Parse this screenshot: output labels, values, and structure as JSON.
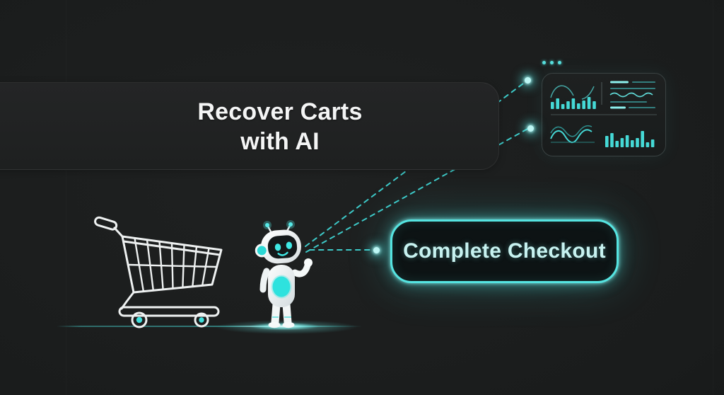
{
  "scene": {
    "heading": {
      "line1": "Recover Carts",
      "line2": "with AI"
    },
    "cta_button": {
      "label": "Complete Checkout"
    },
    "analytics_panel": {
      "menu_icon": "ellipsis"
    },
    "illustrations": [
      "shopping-cart",
      "ai-robot",
      "analytics-dashboard"
    ],
    "colors": {
      "background": "#1a1c1c",
      "accent": "#45d9d6",
      "accent_bright": "#8df1ee",
      "accent_dim": "#3b9e9d",
      "panel_fill": "#212223",
      "text_primary": "#f4f5f5",
      "button_border": "#55e4e1",
      "button_text": "#c7f2f0",
      "cart_outline": "#eef1f1"
    }
  },
  "chart_data": [
    {
      "type": "bar",
      "title": "mini-bars-top-left",
      "values": [
        10,
        15,
        7,
        11,
        15,
        8,
        12,
        17,
        11
      ]
    },
    {
      "type": "table",
      "title": "mini-report-lines-top-right",
      "rows": [
        {
          "y": 12,
          "segments": [
            {
              "x": 96,
              "w": 26,
              "h": 3,
              "bright": true
            },
            {
              "x": 127,
              "w": 33,
              "h": 1.6,
              "bright": false
            }
          ]
        },
        {
          "y": 21,
          "segments": [
            {
              "x": 96,
              "w": 64,
              "h": 1.6,
              "bright": false
            }
          ]
        },
        {
          "y": 40,
          "segments": [
            {
              "x": 96,
              "w": 52,
              "h": 1.6,
              "bright": false
            }
          ]
        },
        {
          "y": 48,
          "segments": [
            {
              "x": 96,
              "w": 22,
              "h": 3,
              "bright": true
            },
            {
              "x": 122,
              "w": 38,
              "h": 1.6,
              "bright": false
            }
          ]
        }
      ]
    },
    {
      "type": "line",
      "title": "mini-waves-bottom-left",
      "series": 2
    },
    {
      "type": "bar",
      "title": "mini-bars-bottom-right",
      "values": [
        16,
        20,
        9,
        13,
        17,
        10,
        13,
        23,
        7,
        11
      ]
    }
  ]
}
